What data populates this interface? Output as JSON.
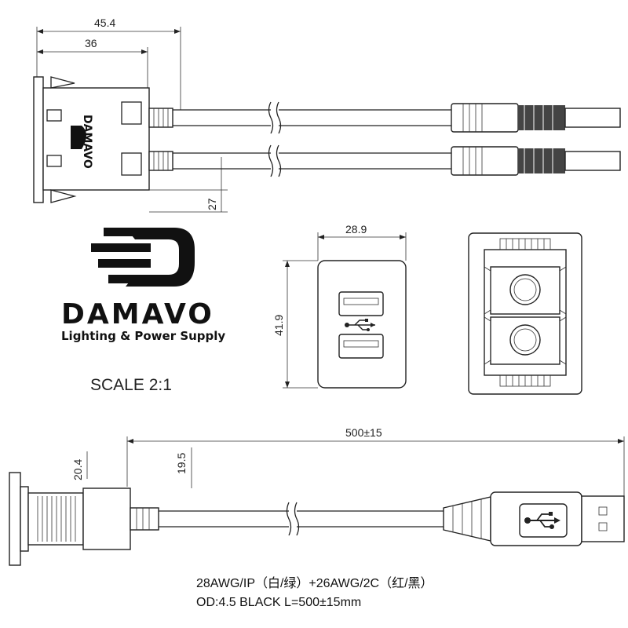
{
  "dimensions": {
    "top_width_overall": "45.4",
    "top_width_body": "36",
    "top_height": "27",
    "front_width": "28.9",
    "front_height": "41.9",
    "side_length": "500±15",
    "side_height_flange": "20.4",
    "side_height_body": "19.5"
  },
  "logo": {
    "brand": "DAMAVO",
    "tagline": "Lighting & Power Supply",
    "mark_letter": "D"
  },
  "scale_label": "SCALE 2:1",
  "spec": {
    "line1": "28AWG/IP（白/绿）+26AWG/2C（红/黑）",
    "line2": "OD:4.5 BLACK L=500±15mm"
  },
  "colors": {
    "line": "#222222",
    "background": "#ffffff"
  }
}
